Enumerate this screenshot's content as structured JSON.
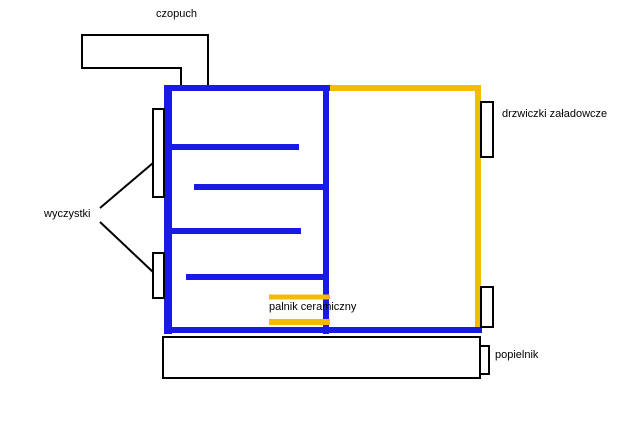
{
  "labels": {
    "czopuch": "czopuch",
    "drzwiczki": "drzwiczki załadowcze",
    "wyczystki": "wyczystki",
    "palnik": "palnik ceramiczny",
    "popielnik": "popielnik"
  },
  "colors": {
    "chamber": "#1a1ae6",
    "door": "#f5bb00",
    "outline": "#000000",
    "background": "#ffffff"
  }
}
